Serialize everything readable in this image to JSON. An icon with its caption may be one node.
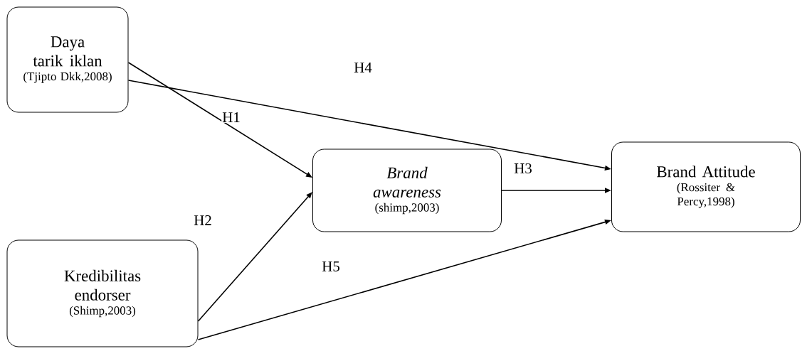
{
  "diagram": {
    "nodes": [
      {
        "text": [
          "Daya tarik iklan",
          "(Tjipto Dkk,2008)"
        ]
      },
      {
        "text": [
          "Kredibilitas endorser",
          "(Shimp,2003)"
        ]
      },
      {
        "text": [
          "Brand awareness",
          "(shimp,2003)"
        ]
      },
      {
        "text": [
          "Brand Attitude",
          "(Rossiter & Percy,1998)"
        ]
      }
    ],
    "edges": [
      {
        "from": 0,
        "to": 2,
        "arrow": "to",
        "label": "H1"
      },
      {
        "from": 1,
        "to": 2,
        "arrow": "to",
        "label": "H2"
      },
      {
        "from": 2,
        "to": 3,
        "arrow": "to",
        "label": "H3"
      },
      {
        "from": 0,
        "to": 3,
        "arrow": "to",
        "label": "H4"
      },
      {
        "from": 1,
        "to": 3,
        "arrow": "to",
        "label": "H5"
      }
    ]
  }
}
